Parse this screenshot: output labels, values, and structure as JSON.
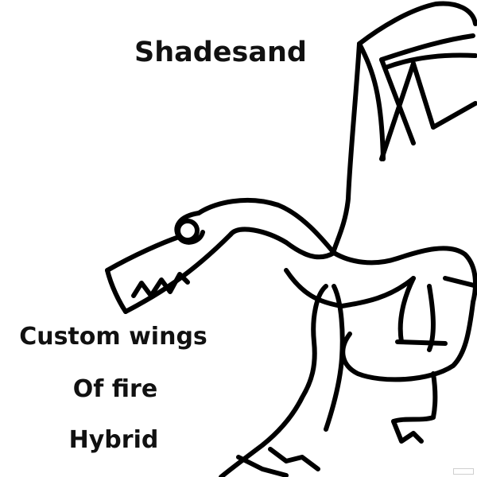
{
  "drawing": {
    "title": "Shadesand",
    "caption_lines": [
      "Custom wings",
      "Of fire",
      "Hybrid"
    ],
    "ink_color": "#000000",
    "background_color": "#ffffff"
  }
}
